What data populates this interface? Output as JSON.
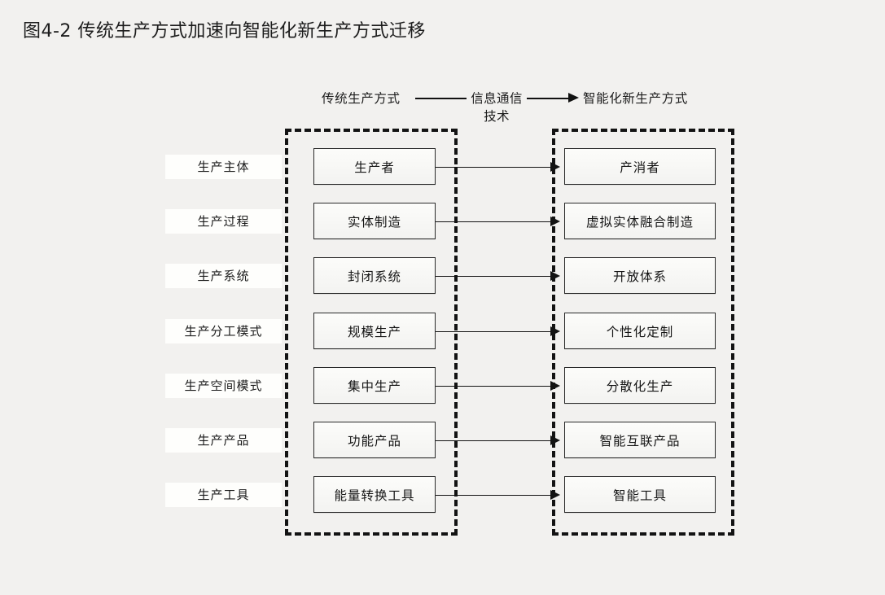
{
  "title": "图4-2 传统生产方式加速向智能化新生产方式迁移",
  "legend": {
    "left_label": "传统生产方式",
    "middle_label": "信息通信技术",
    "right_label": "智能化新生产方式",
    "line_icon": "solid-line",
    "arrow_icon": "right-arrow"
  },
  "colors": {
    "page_background": "#f2f1ef",
    "text": "#1c1c1c",
    "line": "#131313",
    "box_fill": "#fafaf8",
    "box_border": "#2a2a2a",
    "label_fill": "#fefefc"
  },
  "rows": [
    {
      "label": "生产主体",
      "traditional": "生产者",
      "intelligent": "产消者"
    },
    {
      "label": "生产过程",
      "traditional": "实体制造",
      "intelligent": "虚拟实体融合制造"
    },
    {
      "label": "生产系统",
      "traditional": "封闭系统",
      "intelligent": "开放体系"
    },
    {
      "label": "生产分工模式",
      "traditional": "规模生产",
      "intelligent": "个性化定制"
    },
    {
      "label": "生产空间模式",
      "traditional": "集中生产",
      "intelligent": "分散化生产"
    },
    {
      "label": "生产产品",
      "traditional": "功能产品",
      "intelligent": "智能互联产品"
    },
    {
      "label": "生产工具",
      "traditional": "能量转换工具",
      "intelligent": "智能工具"
    }
  ],
  "groups": {
    "left_group_name": "传统生产方式",
    "right_group_name": "智能化新生产方式"
  }
}
